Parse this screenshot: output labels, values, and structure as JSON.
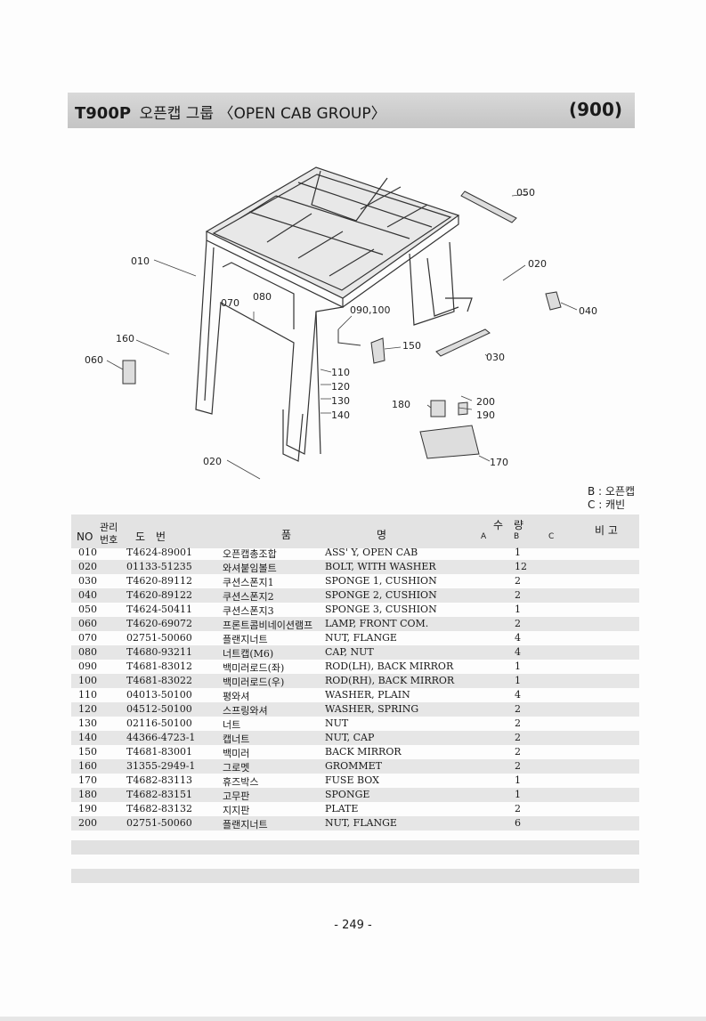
{
  "header": {
    "model": "T900P",
    "title": "오픈캡 그룹 〈OPEN CAB GROUP〉",
    "group_code": "(900)"
  },
  "legend": [
    "B : 오픈캡",
    "C : 캐빈"
  ],
  "callouts": [
    "010",
    "020",
    "020",
    "030",
    "040",
    "050",
    "060",
    "070",
    "080",
    "090,100",
    "110",
    "120",
    "130",
    "140",
    "150",
    "160",
    "170",
    "180",
    "190",
    "200"
  ],
  "table": {
    "headers": {
      "no": "NO",
      "mgmt_top": "관리",
      "mgmt_bottom": "번호",
      "drawing": "도　번",
      "name": "품　　　　　　　　명",
      "qty": "수　량",
      "qty_a": "A",
      "qty_b": "B",
      "qty_c": "C",
      "remark": "비 고"
    },
    "rows": [
      {
        "no": "010",
        "part": "T4624-89001",
        "kr": "오픈캡총조합",
        "en": "ASS' Y, OPEN CAB",
        "qty_b": "1"
      },
      {
        "no": "020",
        "part": "01133-51235",
        "kr": "와셔붙임볼트",
        "en": "BOLT, WITH WASHER",
        "qty_b": "12"
      },
      {
        "no": "030",
        "part": "T4620-89112",
        "kr": "쿠션스폰지1",
        "en": "SPONGE 1, CUSHION",
        "qty_b": "2"
      },
      {
        "no": "040",
        "part": "T4620-89122",
        "kr": "쿠션스폰지2",
        "en": "SPONGE 2, CUSHION",
        "qty_b": "2"
      },
      {
        "no": "050",
        "part": "T4624-50411",
        "kr": "쿠션스폰지3",
        "en": "SPONGE 3, CUSHION",
        "qty_b": "1"
      },
      {
        "no": "060",
        "part": "T4620-69072",
        "kr": "프론트콤비네이션램프",
        "en": "LAMP, FRONT COM.",
        "qty_b": "2"
      },
      {
        "no": "070",
        "part": "02751-50060",
        "kr": "플랜지너트",
        "en": "NUT, FLANGE",
        "qty_b": "4"
      },
      {
        "no": "080",
        "part": "T4680-93211",
        "kr": "너트캡(M6)",
        "en": "CAP, NUT",
        "qty_b": "4"
      },
      {
        "no": "090",
        "part": "T4681-83012",
        "kr": "백미러로드(좌)",
        "en": "ROD(LH), BACK MIRROR",
        "qty_b": "1"
      },
      {
        "no": "100",
        "part": "T4681-83022",
        "kr": "백미러로드(우)",
        "en": "ROD(RH), BACK MIRROR",
        "qty_b": "1"
      },
      {
        "no": "110",
        "part": "04013-50100",
        "kr": "평와셔",
        "en": "WASHER, PLAIN",
        "qty_b": "4"
      },
      {
        "no": "120",
        "part": "04512-50100",
        "kr": "스프링와셔",
        "en": "WASHER, SPRING",
        "qty_b": "2"
      },
      {
        "no": "130",
        "part": "02116-50100",
        "kr": "너트",
        "en": "NUT",
        "qty_b": "2"
      },
      {
        "no": "140",
        "part": "44366-4723-1",
        "kr": "캡너트",
        "en": "NUT, CAP",
        "qty_b": "2"
      },
      {
        "no": "150",
        "part": "T4681-83001",
        "kr": "백미러",
        "en": "BACK MIRROR",
        "qty_b": "2"
      },
      {
        "no": "160",
        "part": "31355-2949-1",
        "kr": "그로멧",
        "en": "GROMMET",
        "qty_b": "2"
      },
      {
        "no": "170",
        "part": "T4682-83113",
        "kr": "휴즈박스",
        "en": "FUSE BOX",
        "qty_b": "1"
      },
      {
        "no": "180",
        "part": "T4682-83151",
        "kr": "고무판",
        "en": "SPONGE",
        "qty_b": "1"
      },
      {
        "no": "190",
        "part": "T4682-83132",
        "kr": "지지판",
        "en": "PLATE",
        "qty_b": "2"
      },
      {
        "no": "200",
        "part": "02751-50060",
        "kr": "플랜지너트",
        "en": "NUT, FLANGE",
        "qty_b": "6"
      }
    ]
  },
  "page_number": "- 249 -"
}
